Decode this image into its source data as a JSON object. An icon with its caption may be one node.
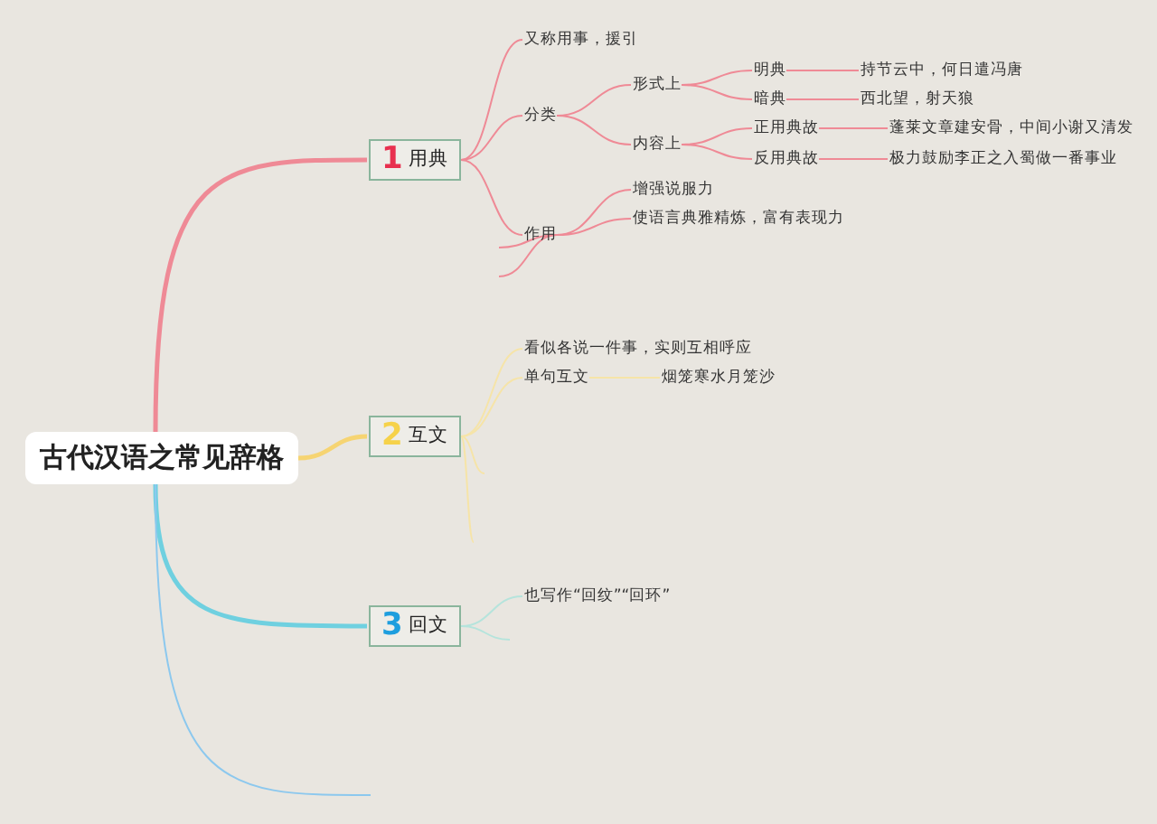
{
  "diagram": {
    "nodes": [
      {
        "text": [
          "古代汉语之常见辞格"
        ]
      },
      {
        "text": [
          "1",
          "用典"
        ]
      },
      {
        "text": [
          "又称用事，援引"
        ]
      },
      {
        "text": [
          "分类"
        ]
      },
      {
        "text": [
          "形式上"
        ]
      },
      {
        "text": [
          "明典"
        ]
      },
      {
        "text": [
          "持节云中，何日遣冯唐"
        ]
      },
      {
        "text": [
          "暗典"
        ]
      },
      {
        "text": [
          "西北望，射天狼"
        ]
      },
      {
        "text": [
          "内容上"
        ]
      },
      {
        "text": [
          "正用典故"
        ]
      },
      {
        "text": [
          "蓬莱文章建安骨，中间小谢又清发"
        ]
      },
      {
        "text": [
          "反用典故"
        ]
      },
      {
        "text": [
          "极力鼓励李正之入蜀做一番事业"
        ]
      },
      {
        "text": [
          "作用"
        ]
      },
      {
        "text": [
          "增强说服力"
        ]
      },
      {
        "text": [
          "使语言典雅精炼，富有表现力"
        ]
      },
      {
        "text": [
          "2",
          "互文"
        ]
      },
      {
        "text": [
          "看似各说一件事，实则互相呼应"
        ]
      },
      {
        "text": [
          "单句互文"
        ]
      },
      {
        "text": [
          "烟笼寒水月笼沙"
        ]
      },
      {
        "text": [
          "3",
          "回文"
        ]
      },
      {
        "text": [
          "也写作“回纹”“回环”"
        ]
      }
    ],
    "edges": [
      {
        "from": 0,
        "to": 1,
        "arrow": "none",
        "style": "thick"
      },
      {
        "from": 0,
        "to": 17,
        "arrow": "none",
        "style": "thick",
        "color": "#f6d472"
      },
      {
        "from": 0,
        "to": 21,
        "arrow": "none",
        "style": "thick",
        "color": "#6fd0e0"
      },
      {
        "from": 0,
        "to": null,
        "arrow": "none",
        "color": "#8cc8ee"
      },
      {
        "from": 1,
        "to": 2,
        "arrow": "none"
      },
      {
        "from": 1,
        "to": 3,
        "arrow": "none"
      },
      {
        "from": 1,
        "to": 14,
        "arrow": "none"
      },
      {
        "from": 3,
        "to": 4,
        "arrow": "none"
      },
      {
        "from": 3,
        "to": 9,
        "arrow": "none"
      },
      {
        "from": 4,
        "to": 5,
        "arrow": "none"
      },
      {
        "from": 4,
        "to": 7,
        "arrow": "none"
      },
      {
        "from": 5,
        "to": 6,
        "arrow": "none"
      },
      {
        "from": 7,
        "to": 8,
        "arrow": "none"
      },
      {
        "from": 9,
        "to": 10,
        "arrow": "none"
      },
      {
        "from": 9,
        "to": 12,
        "arrow": "none"
      },
      {
        "from": 10,
        "to": 11,
        "arrow": "none"
      },
      {
        "from": 12,
        "to": 13,
        "arrow": "none"
      },
      {
        "from": 14,
        "to": 15,
        "arrow": "none"
      },
      {
        "from": 14,
        "to": 16,
        "arrow": "none"
      },
      {
        "from": 14,
        "to": null,
        "arrow": "none"
      },
      {
        "from": 14,
        "to": null,
        "arrow": "none"
      },
      {
        "from": 17,
        "to": 18,
        "arrow": "none",
        "color": "#f6e4a8"
      },
      {
        "from": 17,
        "to": 19,
        "arrow": "none",
        "color": "#f6e4a8"
      },
      {
        "from": 19,
        "to": 20,
        "arrow": "none",
        "color": "#f6e4a8"
      },
      {
        "from": 17,
        "to": null,
        "arrow": "none",
        "color": "#f6e4a8"
      },
      {
        "from": 17,
        "to": null,
        "arrow": "none",
        "color": "#f6e4a8"
      },
      {
        "from": 21,
        "to": 22,
        "arrow": "none",
        "color": "#b5e4dc"
      },
      {
        "from": 21,
        "to": null,
        "arrow": "none",
        "color": "#b5e4dc"
      }
    ]
  }
}
